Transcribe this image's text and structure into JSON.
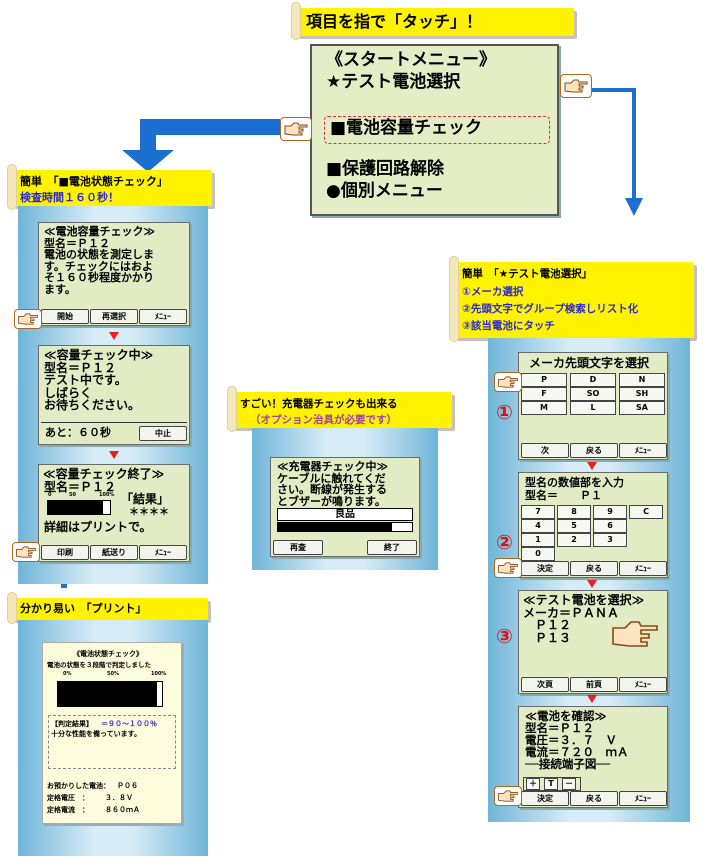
{
  "title_note": "項目を指で「タッチ」！",
  "start_menu": {
    "title": "《スタートメニュー》",
    "item1": "★テスト電池選択",
    "item2": "■電池容量チェック",
    "item3": "■保護回路解除",
    "item4": "●個別メニュー"
  },
  "left_note": {
    "line1": "簡単　「■電池状態チェック」",
    "line2": "検査時間１６０秒！"
  },
  "screen1": {
    "text": "≪電池容量チェック≫\n型名＝Ｐ１２\n電池の状態を測定しま\nす。チェックにはおよ\nそ１６０秒程度かかり\nます。",
    "b1": "開始",
    "b2": "再選択",
    "b3": "ﾒﾆｭｰ"
  },
  "screen2": {
    "text": "≪容量チェック中≫\n型名＝Ｐ１２\nテスト中です。\nしばらく\nお待ちください。",
    "remaining": "あと：６０秒",
    "stop": "中止"
  },
  "screen3": {
    "title": "≪容量チェック終了≫",
    "model": "型名＝Ｐ１２",
    "scale0": "0",
    "scale50": "50",
    "scale100": "100%",
    "result": "「結果」",
    "stars": "＊＊＊＊",
    "detail": "詳細はプリントで。",
    "b1": "印刷",
    "b2": "紙送り",
    "b3": "ﾒﾆｭｰ"
  },
  "print_note": "分かり易い　「プリント」",
  "printout": {
    "title": "《電池状態チェック》",
    "line1": "電池の状態を３段階で判定しました",
    "s0": "0%",
    "s50": "50%",
    "s100": "100%",
    "judge_label": "【判定結果】",
    "judge_value": "＝９０～１００％",
    "judge_text": "十分な性能を備っています。",
    "deposit_label": "お預かりした電池：",
    "deposit_value": "Ｐ０６",
    "voltage_label": "定格電圧　：",
    "voltage_value": "３．８Ｖ",
    "current_label": "定格電流　：",
    "current_value": "８６０ｍＡ"
  },
  "charger_note": {
    "line1": "すごい！充電器チェックも出来る",
    "line2": "（オプション治具が必要です）"
  },
  "charger_screen": {
    "text": "≪充電器チェック中≫\nケーブルに触れてくだ\nさい。断線が発生する\nとブザーが鳴ります。",
    "good": "良品",
    "b1": "再査",
    "b2": "終了"
  },
  "right_note": {
    "line1": "簡単　「★テスト電池選択」",
    "line2": "①メーカ選択",
    "line3": "②先頭文字でグループ検索しリスト化",
    "line4": "③該当電池にタッチ"
  },
  "step_labels": {
    "one": "①",
    "two": "②",
    "three": "③"
  },
  "maker_screen": {
    "title": "メーカ先頭文字を選択",
    "keys": [
      "P",
      "D",
      "N",
      "F",
      "SO",
      "SH",
      "M",
      "L",
      "SA"
    ],
    "b1": "次",
    "b2": "戻る",
    "b3": "ﾒﾆｭｰ"
  },
  "model_screen": {
    "line1": "型名の数値部を入力",
    "line2": "型名＝　　Ｐ１",
    "keys": [
      "7",
      "8",
      "9",
      "C",
      "4",
      "5",
      "6",
      "1",
      "2",
      "3",
      "0"
    ],
    "b1": "決定",
    "b2": "戻る",
    "b3": "ﾒﾆｭｰ"
  },
  "select_screen": {
    "text": "≪テスト電池を選択≫\nメーカ＝ＰＡＮＡ\n　Ｐ１２\n　Ｐ１３",
    "b1": "次頁",
    "b2": "前頁",
    "b3": "ﾒﾆｭｰ"
  },
  "confirm_screen": {
    "text": "≪電池を確認≫\n型名＝Ｐ１２\n電圧＝３．７　Ｖ\n電流＝７２０　ｍＡ\n──接続端子図──",
    "t1": "＋",
    "t2": "T",
    "t3": "－",
    "b1": "決定",
    "b2": "戻る",
    "b3": "ﾒﾆｭｰ"
  },
  "colors": {
    "note": "#fff200",
    "lcd": "#e1ecc4",
    "arrow_blue": "#1a6fd0",
    "arrow_red": "#e82020",
    "step_red": "#e01010"
  },
  "icons": {
    "hand": "pointing-hand-icon"
  }
}
